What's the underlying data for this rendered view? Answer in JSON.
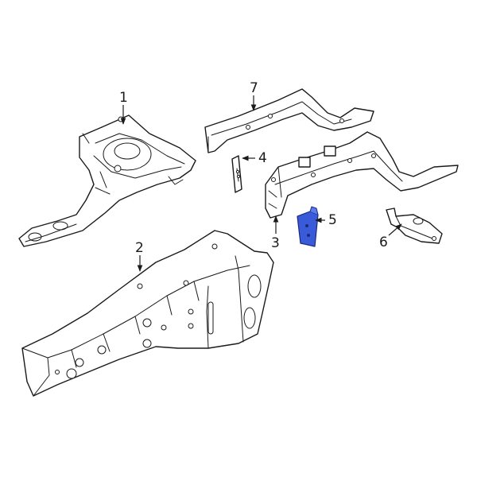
{
  "callouts": [
    {
      "id": "1",
      "label": "1"
    },
    {
      "id": "2",
      "label": "2"
    },
    {
      "id": "3",
      "label": "3"
    },
    {
      "id": "4",
      "label": "4"
    },
    {
      "id": "5",
      "label": "5"
    },
    {
      "id": "6",
      "label": "6"
    },
    {
      "id": "7",
      "label": "7"
    }
  ],
  "colors": {
    "line": "#1a1a1a",
    "background": "#ffffff",
    "highlight_fill": "#3a5bd9",
    "highlight_stroke": "#1a2a7a"
  },
  "highlighted_part": "5"
}
